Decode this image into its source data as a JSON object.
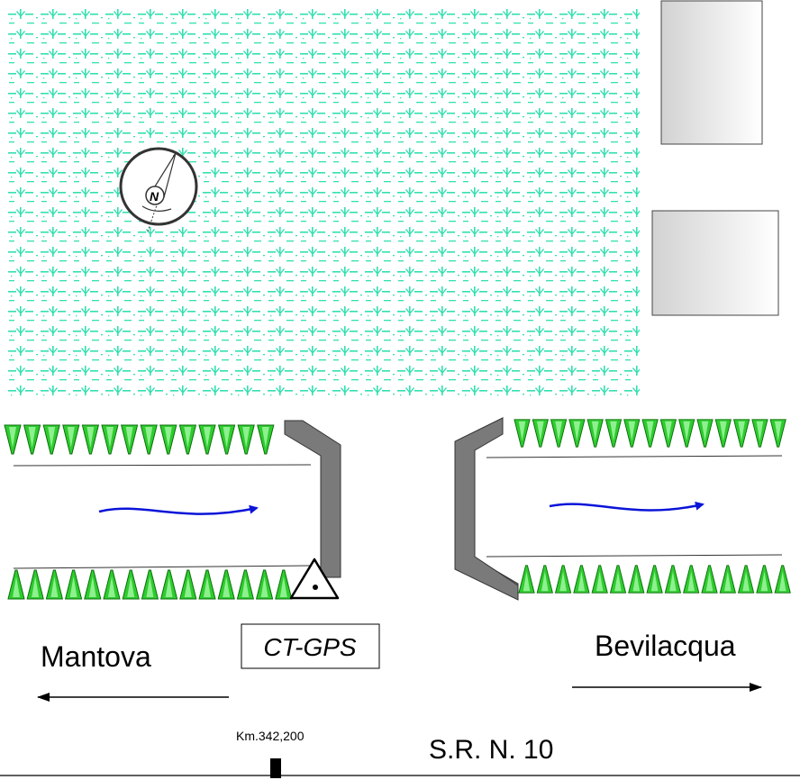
{
  "labels": {
    "station": "CT-GPS",
    "left_city": "Mantova",
    "right_city": "Bevilacqua",
    "km_marker": "Km.342,200",
    "road": "S.R. N. 10"
  },
  "compass": {
    "letter": "N"
  },
  "colors": {
    "field_pattern": "#33e0b0",
    "tree_fill": "#2ecc2e",
    "tree_stroke": "#0b6e0b",
    "flow_arrow": "#0a14d8",
    "abutment": "#7a7a7a",
    "building_fill": "#e6e6e6"
  }
}
